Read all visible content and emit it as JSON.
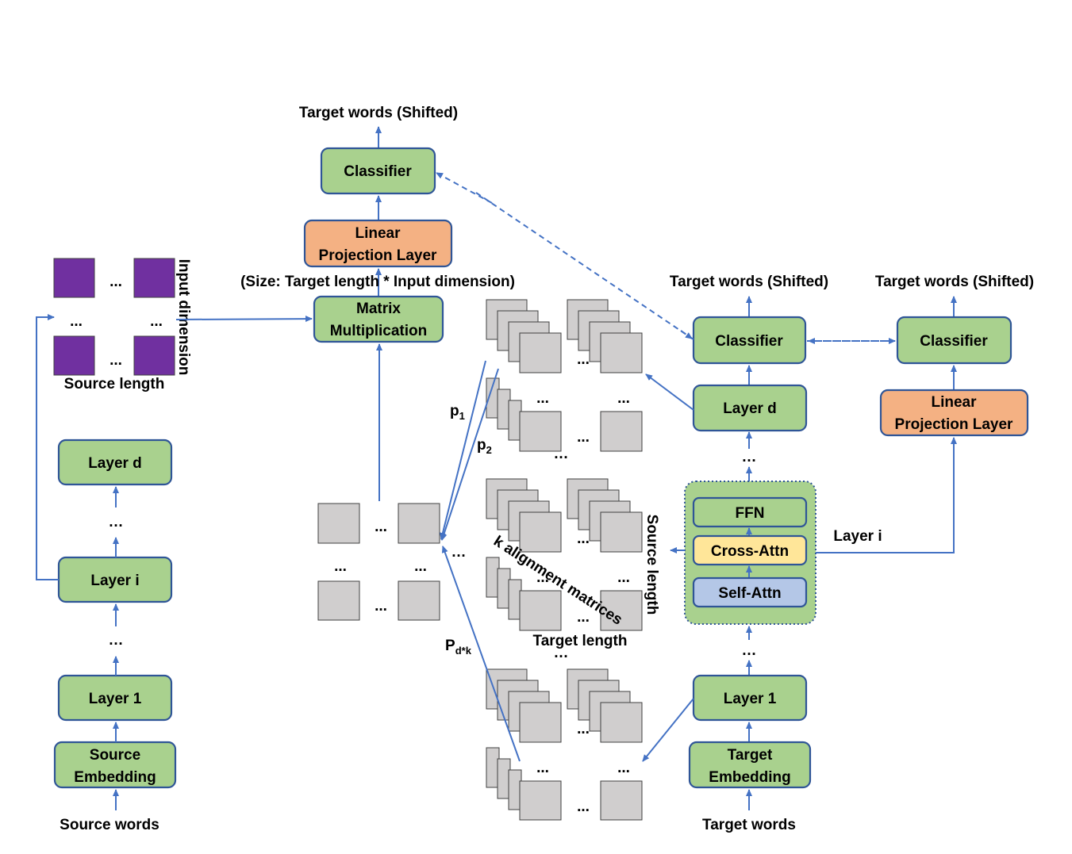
{
  "labels": {
    "target_words_shifted_top": "Target words (Shifted)",
    "classifier": "Classifier",
    "linear_projection_line1": "Linear",
    "linear_projection_line2": "Projection Layer",
    "size_note": "(Size: Target length * Input dimension)",
    "matrix_mult_line1": "Matrix",
    "matrix_mult_line2": "Multiplication",
    "input_dimension": "Input dimension",
    "source_length": "Source length",
    "layer_d": "Layer d",
    "layer_i": "Layer i",
    "layer_1": "Layer 1",
    "source_embedding_line1": "Source",
    "source_embedding_line2": "Embedding",
    "source_words": "Source words",
    "target_words_shifted_mid": "Target words (Shifted)",
    "target_words_shifted_right": "Target words (Shifted)",
    "ffn": "FFN",
    "cross_attn": "Cross-Attn",
    "self_attn": "Self-Attn",
    "layer_i_right": "Layer i",
    "target_embedding_line1": "Target",
    "target_embedding_line2": "Embedding",
    "target_words": "Target words",
    "k_alignment": "k alignment matrices",
    "source_length_vertical": "Source length",
    "target_length": "Target length",
    "p1": "p",
    "p1_sub": "1",
    "p2": "p",
    "p2_sub": "2",
    "pdk": "P",
    "pdk_sub": "d*k",
    "ellipsis": "...",
    "ellipsis_small": "…"
  },
  "colors": {
    "green": "#a9d18e",
    "orange": "#f4b183",
    "yellow": "#ffe699",
    "blue": "#b4c7e7",
    "purple": "#7030a0",
    "gray": "#d0cece",
    "arrow": "#4472c4",
    "border": "#2f5597"
  }
}
